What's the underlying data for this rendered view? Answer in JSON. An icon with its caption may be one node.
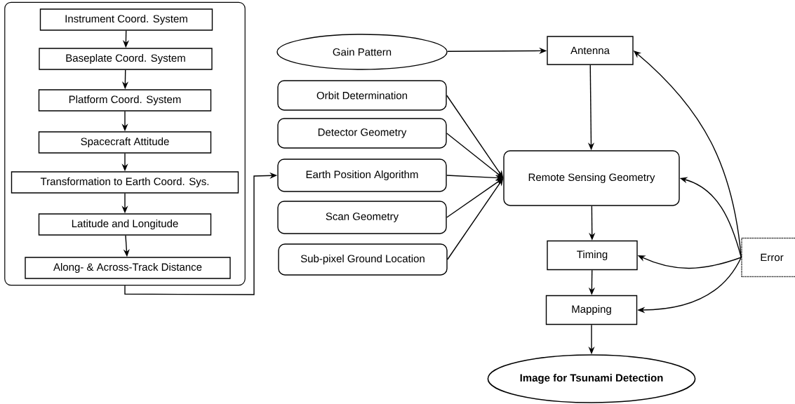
{
  "diagram": {
    "nodes": [
      {
        "text": [],
        "shape": "box"
      },
      {
        "text": [
          "Instrument Coord. System"
        ],
        "in": 0
      },
      {
        "text": [
          "Baseplate Coord. System"
        ],
        "in": 0
      },
      {
        "text": [
          "Platform Coord. System"
        ],
        "in": 0
      },
      {
        "text": [
          "Spacecraft Attitude"
        ],
        "in": 0
      },
      {
        "text": [
          "Transformation to Earth Coord. Sys."
        ],
        "in": 0
      },
      {
        "text": [
          "Latitude and Longitude"
        ],
        "in": 0
      },
      {
        "text": [
          "Along- & Across-Track Distance"
        ],
        "in": 0
      },
      {
        "text": [
          "Gain Pattern"
        ]
      },
      {
        "text": [
          "Antenna"
        ]
      },
      {
        "text": [
          "Orbit Determination"
        ]
      },
      {
        "text": [
          "Detector Geometry"
        ]
      },
      {
        "text": [
          "Earth Position Algorithm"
        ]
      },
      {
        "text": [
          "Scan Geometry"
        ]
      },
      {
        "text": [
          "Sub-pixel Ground Location"
        ]
      },
      {
        "text": [
          "Remote Sensing Geometry"
        ]
      },
      {
        "text": [
          "Timing"
        ]
      },
      {
        "text": [
          "Mapping"
        ]
      },
      {
        "text": [
          "Error"
        ]
      },
      {
        "text": [
          "Image for Tsunami Detection"
        ]
      }
    ],
    "edges": [
      {
        "from": 1,
        "to": 2,
        "arrow": "to"
      },
      {
        "from": 2,
        "to": 3,
        "arrow": "to"
      },
      {
        "from": 3,
        "to": 4,
        "arrow": "to"
      },
      {
        "from": 4,
        "to": 5,
        "arrow": "to"
      },
      {
        "from": 5,
        "to": 6,
        "arrow": "to"
      },
      {
        "from": 6,
        "to": 7,
        "arrow": "to"
      },
      {
        "from": 0,
        "to": 12,
        "arrow": "to"
      },
      {
        "from": 8,
        "to": 9,
        "arrow": "to"
      },
      {
        "from": 9,
        "to": 15,
        "arrow": "to"
      },
      {
        "from": 10,
        "to": 15,
        "arrow": "to"
      },
      {
        "from": 11,
        "to": 15,
        "arrow": "to"
      },
      {
        "from": 12,
        "to": 15,
        "arrow": "to"
      },
      {
        "from": 13,
        "to": 15,
        "arrow": "to"
      },
      {
        "from": 14,
        "to": 15,
        "arrow": "to"
      },
      {
        "from": 15,
        "to": 16,
        "arrow": "to"
      },
      {
        "from": 16,
        "to": 17,
        "arrow": "to"
      },
      {
        "from": 17,
        "to": 19,
        "arrow": "to"
      },
      {
        "from": 18,
        "to": 9,
        "arrow": "to"
      },
      {
        "from": 18,
        "to": 15,
        "arrow": "to"
      },
      {
        "from": 18,
        "to": 16,
        "arrow": "to"
      },
      {
        "from": 18,
        "to": 17,
        "arrow": "to"
      }
    ]
  }
}
